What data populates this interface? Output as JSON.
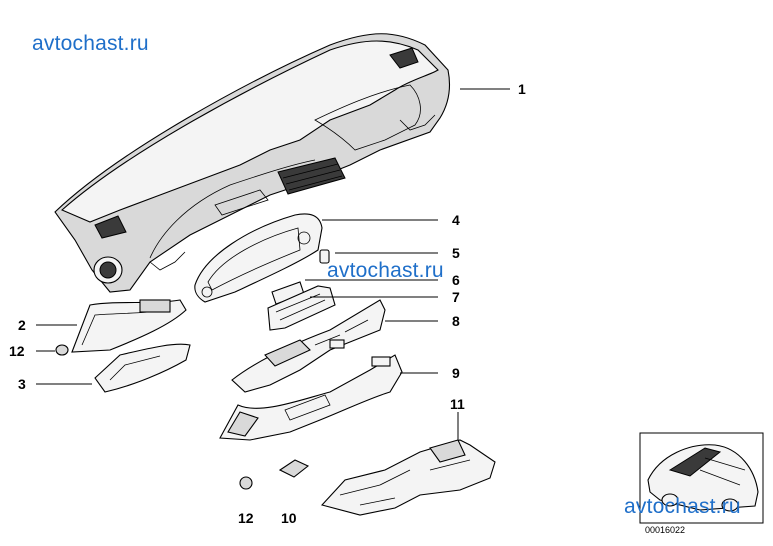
{
  "watermarks": [
    "avtochast.ru",
    "avtochast.ru",
    "avtochast.ru"
  ],
  "callouts": [
    "1",
    "4",
    "5",
    "6",
    "7",
    "8",
    "9",
    "11",
    "2",
    "12",
    "3",
    "12",
    "10"
  ],
  "part_number": "00016022",
  "icons": [
    "dashboard-illustration",
    "car-thumbnail-illustration"
  ],
  "colors": {
    "watermark": "#1f6fc9",
    "line": "#000000",
    "background": "#ffffff"
  }
}
